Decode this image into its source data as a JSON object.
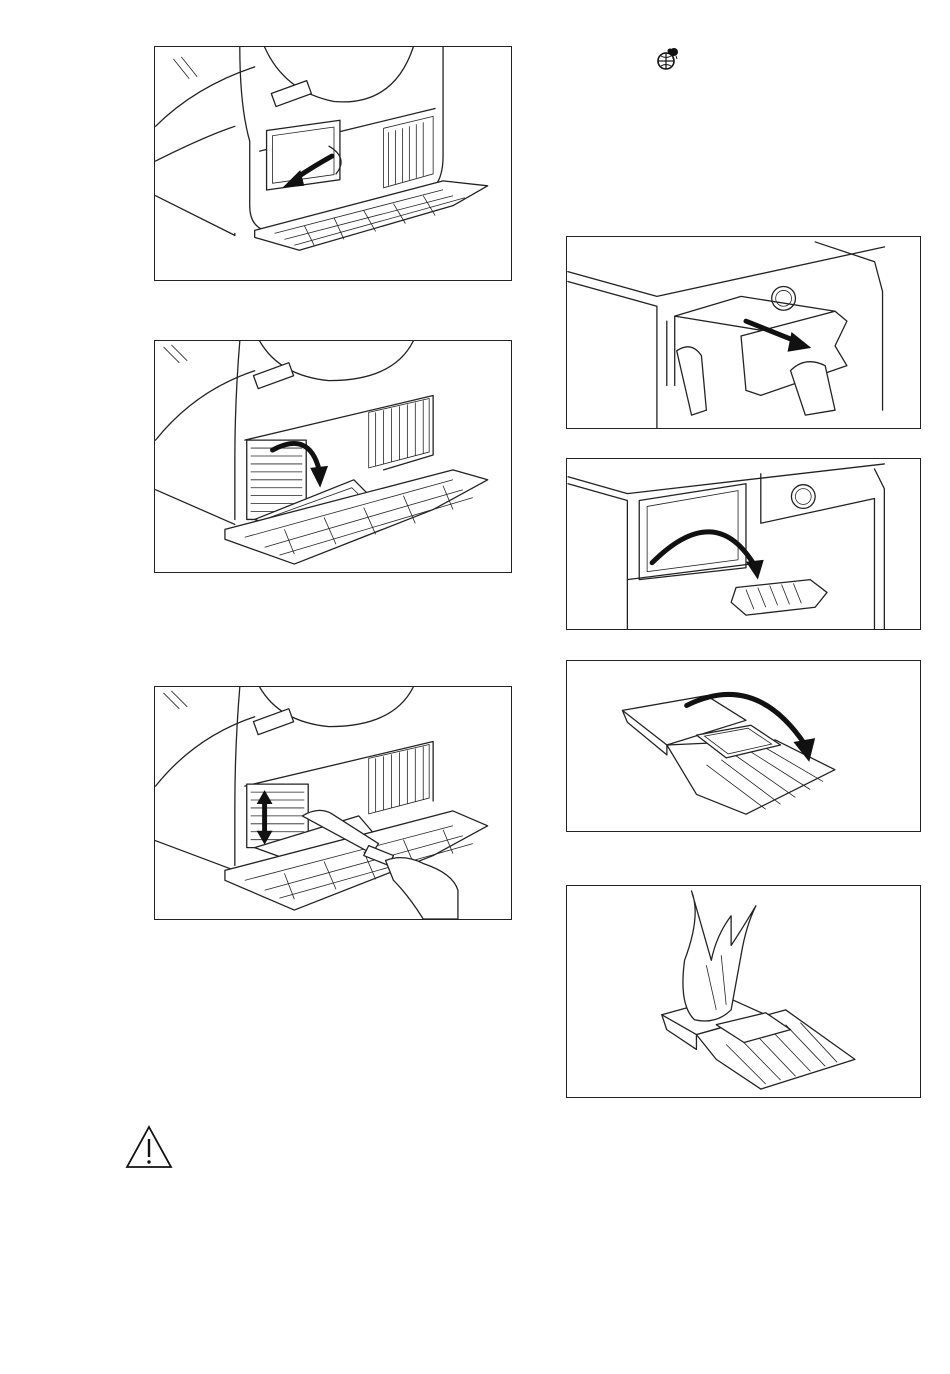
{
  "page": {
    "figures": [
      {
        "id": "fig-left-1",
        "icon": "open-filter-door-arrow-icon"
      },
      {
        "id": "fig-left-2",
        "icon": "tilt-filter-down-arrow-icon"
      },
      {
        "id": "fig-left-3",
        "icon": "brush-filter-arrow-icon"
      },
      {
        "id": "fig-right-1",
        "icon": "pull-container-arrow-icon"
      },
      {
        "id": "fig-right-2",
        "icon": "remove-filter-arrow-icon"
      },
      {
        "id": "fig-right-3",
        "icon": "open-tray-arrow-icon"
      },
      {
        "id": "fig-right-4",
        "icon": "clean-tray-hand-icon"
      }
    ],
    "symbols": {
      "filter_symbol": "filter-symbol-icon",
      "warning": "warning-triangle-icon"
    },
    "colors": {
      "line": "#222222",
      "background": "#ffffff"
    }
  }
}
